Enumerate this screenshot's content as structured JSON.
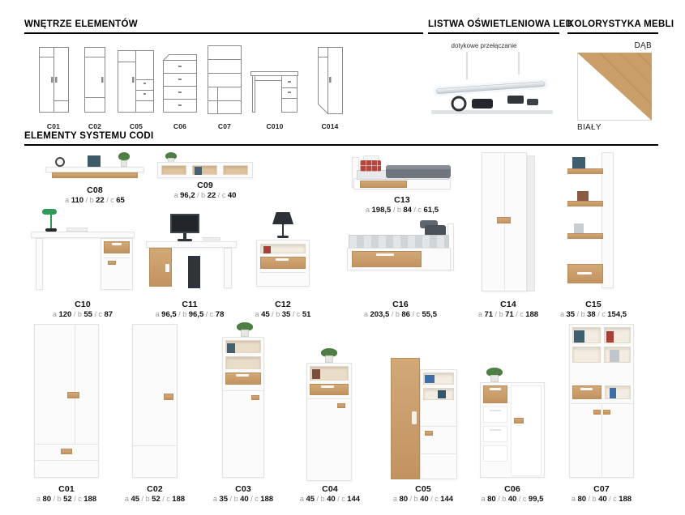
{
  "sections": {
    "interiors": {
      "title": "WNĘTRZE ELEMENTÓW"
    },
    "led": {
      "title": "LISTWA OŚWIETLENIOWA LED",
      "caption": "dotykowe przełączanie"
    },
    "colors": {
      "title": "KOLORYSTYKA MEBLI",
      "oak_label": "DĄB",
      "white_label": "BIAŁY",
      "oak_hex": "#c99e68",
      "white_hex": "#ffffff"
    },
    "elements": {
      "title": "ELEMENTY SYSTEMU CODI"
    }
  },
  "labels": {
    "dim_a": "a",
    "dim_b": "b",
    "dim_c": "c",
    "sep": "/"
  },
  "wireframes": [
    {
      "code": "C01"
    },
    {
      "code": "C02"
    },
    {
      "code": "C05"
    },
    {
      "code": "C06"
    },
    {
      "code": "C07"
    },
    {
      "code": "C010"
    },
    {
      "code": "C014"
    }
  ],
  "products": [
    {
      "code": "C08",
      "a": "110",
      "b": "22",
      "c": "65"
    },
    {
      "code": "C09",
      "a": "96,2",
      "b": "22",
      "c": "40"
    },
    {
      "code": "C13",
      "a": "198,5",
      "b": "84",
      "c": "61,5"
    },
    {
      "code": "C10",
      "a": "120",
      "b": "55",
      "c": "87"
    },
    {
      "code": "C11",
      "a": "96,5",
      "b": "96,5",
      "c": "78"
    },
    {
      "code": "C12",
      "a": "45",
      "b": "35",
      "c": "51"
    },
    {
      "code": "C16",
      "a": "203,5",
      "b": "86",
      "c": "55,5"
    },
    {
      "code": "C14",
      "a": "71",
      "b": "71",
      "c": "188"
    },
    {
      "code": "C15",
      "a": "35",
      "b": "38",
      "c": "154,5"
    },
    {
      "code": "C01",
      "a": "80",
      "b": "52",
      "c": "188"
    },
    {
      "code": "C02",
      "a": "45",
      "b": "52",
      "c": "188"
    },
    {
      "code": "C03",
      "a": "35",
      "b": "40",
      "c": "188"
    },
    {
      "code": "C04",
      "a": "45",
      "b": "40",
      "c": "144"
    },
    {
      "code": "C05",
      "a": "80",
      "b": "40",
      "c": "144"
    },
    {
      "code": "C06",
      "a": "80",
      "b": "40",
      "c": "99,5"
    },
    {
      "code": "C07",
      "a": "80",
      "b": "40",
      "c": "188"
    }
  ]
}
